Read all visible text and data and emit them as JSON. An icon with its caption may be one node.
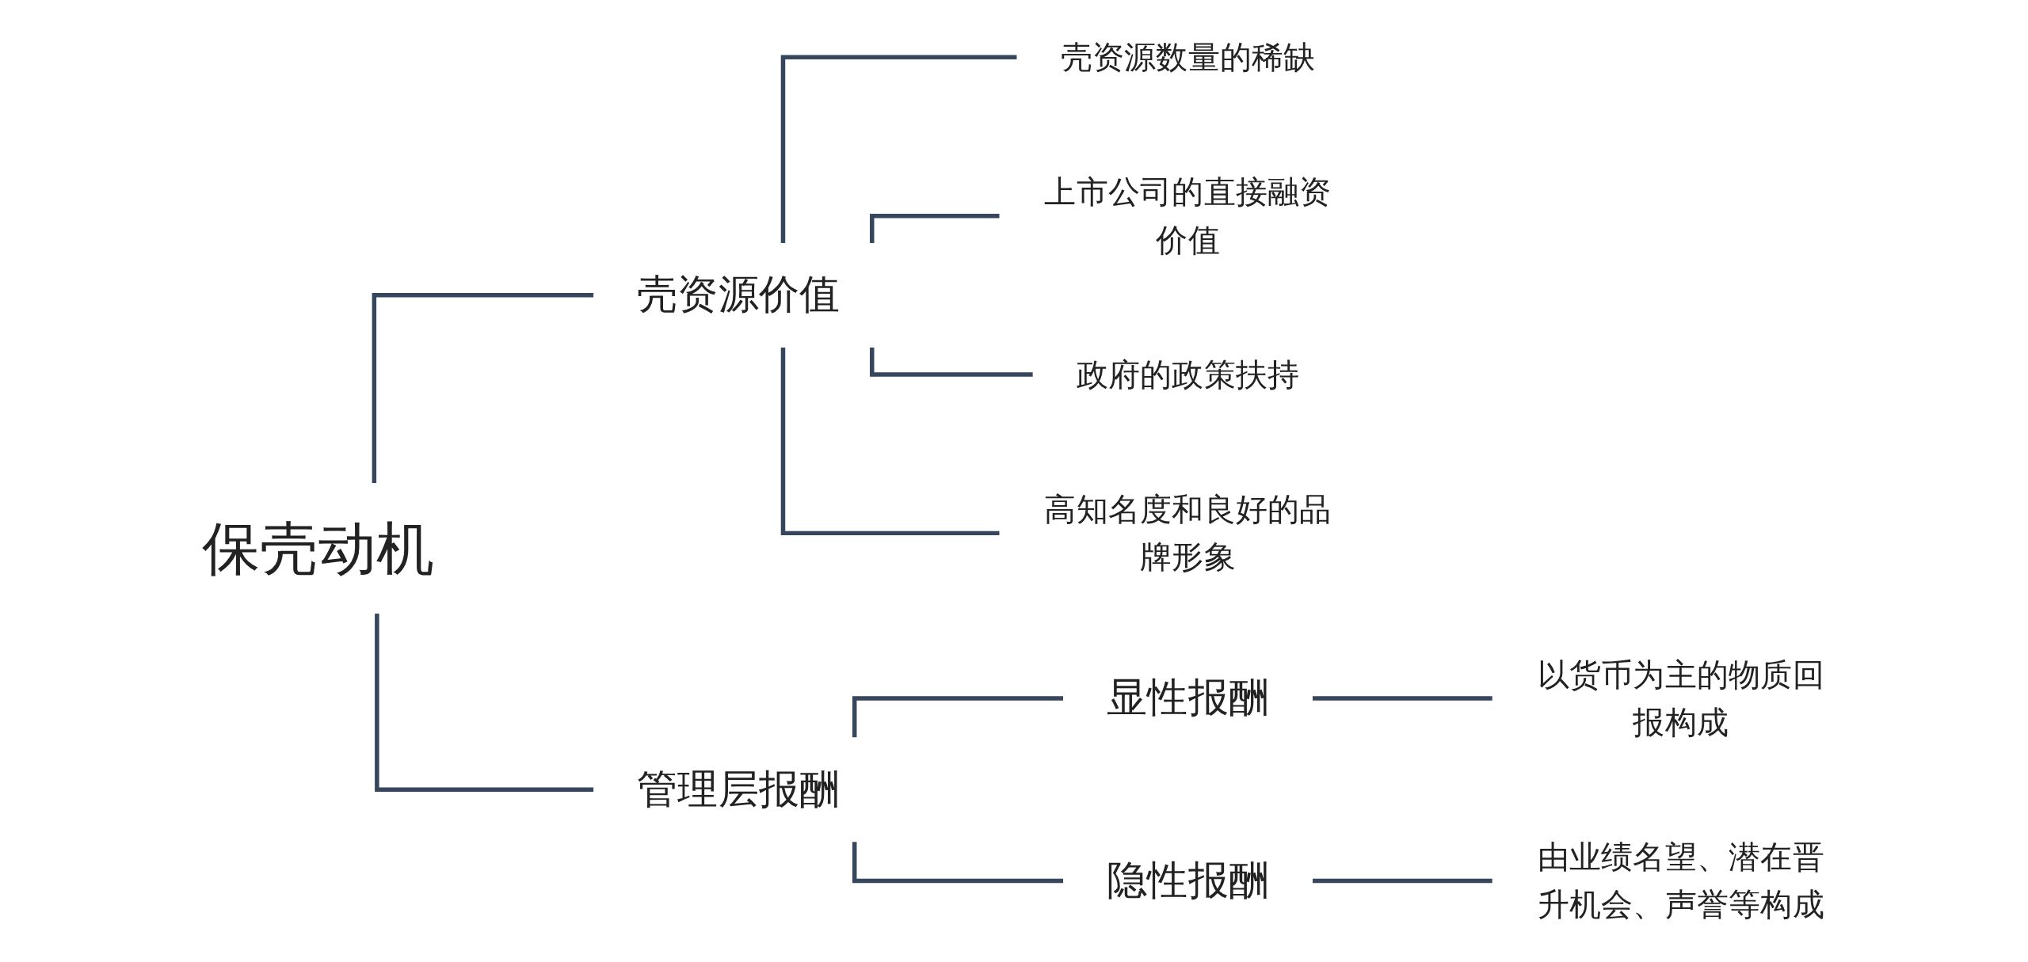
{
  "diagram": {
    "nodes": [
      {
        "text": [
          "保壳动机"
        ]
      },
      {
        "text": [
          "壳资源价值"
        ]
      },
      {
        "text": [
          "壳资源数量的稀缺"
        ]
      },
      {
        "text": [
          "上市公司的直接融资价值"
        ]
      },
      {
        "text": [
          "政府的政策扶持"
        ]
      },
      {
        "text": [
          "高知名度和良好的品牌形象"
        ]
      },
      {
        "text": [
          "管理层报酬"
        ]
      },
      {
        "text": [
          "显性报酬"
        ]
      },
      {
        "text": [
          "以货币为主的物质回报构成"
        ]
      },
      {
        "text": [
          "隐性报酬"
        ]
      },
      {
        "text": [
          "由业绩名望、潜在晋升机会、声誉等构成"
        ]
      }
    ],
    "edges": [
      {
        "from": 0,
        "to": 1,
        "arrow": "none"
      },
      {
        "from": 1,
        "to": 2,
        "arrow": "none"
      },
      {
        "from": 1,
        "to": 3,
        "arrow": "none"
      },
      {
        "from": 1,
        "to": 4,
        "arrow": "none"
      },
      {
        "from": 1,
        "to": 5,
        "arrow": "none"
      },
      {
        "from": 0,
        "to": 6,
        "arrow": "none"
      },
      {
        "from": 6,
        "to": 7,
        "arrow": "none"
      },
      {
        "from": 7,
        "to": 8,
        "arrow": "none"
      },
      {
        "from": 6,
        "to": 9,
        "arrow": "none"
      },
      {
        "from": 9,
        "to": 10,
        "arrow": "none"
      }
    ]
  }
}
